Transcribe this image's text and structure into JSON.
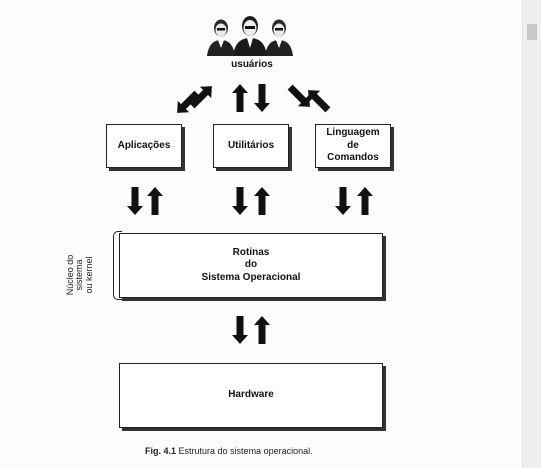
{
  "diagram": {
    "users_label": "usuários",
    "boxes": {
      "aplicacoes": "Aplicações",
      "utilitarios": "Utilitários",
      "linguagem": "Linguagem\nde\nComandos",
      "rotinas": "Rotinas\ndo\nSistema Operacional",
      "hardware": "Hardware"
    },
    "kernel_label": "Núcleo do\nsistema\nou kernel",
    "caption_fig": "Fig. 4.1",
    "caption_text": "Estrutura do sistema operacional."
  }
}
